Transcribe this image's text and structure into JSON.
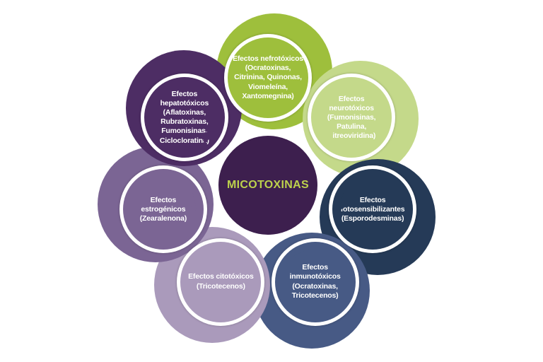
{
  "center": {
    "title": "MICOTOXINAS",
    "color": "#3d1f4e",
    "text_color": "#bcd14c"
  },
  "effects": [
    {
      "label": "Efectos nefrotóxicos\n(Ocratoxinas,\nCitrinina, Quinonas,\nViomeleína,\nXantomegnina)",
      "color": "#9ebf3c"
    },
    {
      "label": "Efectos\nneurotóxicos\n(Fumonisinas,\nPatulina,\nCitreoviridina)",
      "color": "#c4d98a"
    },
    {
      "label": "Efectos\nfotosensibilizantes\n(Esporodesminas)",
      "color": "#253a57"
    },
    {
      "label": "Efectos\ninmunotóxicos\n(Ocratoxinas,\nTricotecenos)",
      "color": "#475a85"
    },
    {
      "label": "Efectos citotóxicos\n(Tricotecenos)",
      "color": "#aa9abb"
    },
    {
      "label": "Efectos estrogénicos\n(Zearalenona)",
      "color": "#7b6594"
    },
    {
      "label": "Efectos\nhepatotóxicos\n(Aflatoxinas,\nRubratoxinas,\nFumonisinas,\nCiclocloratina)",
      "color": "#4d2d64"
    }
  ]
}
